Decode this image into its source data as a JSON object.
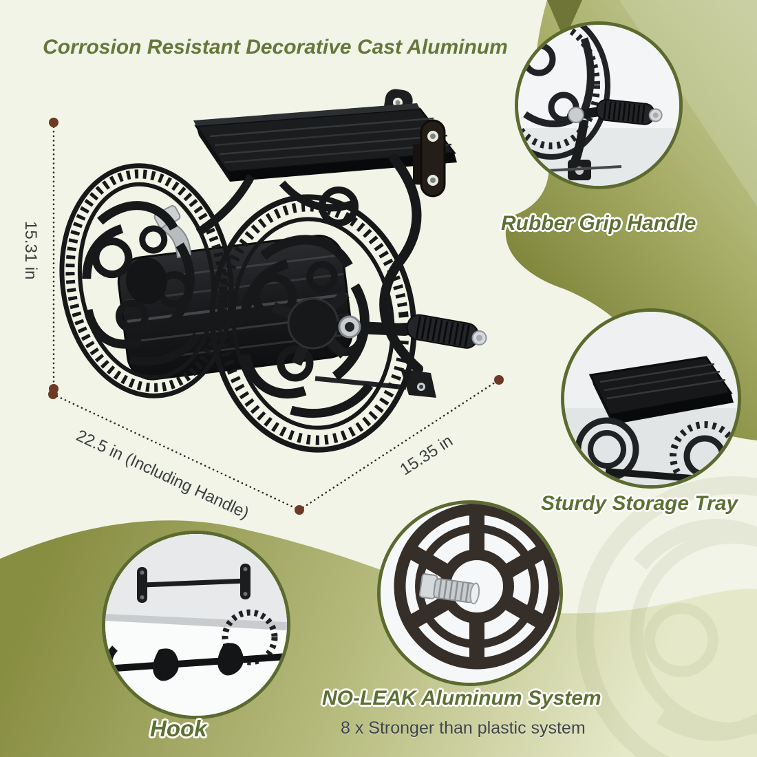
{
  "title": {
    "text": "Corrosion Resistant Decorative Cast Aluminum"
  },
  "dimensions": {
    "height": "15.31 in",
    "width": "22.5 in (Including Handle)",
    "depth": "15.35 in"
  },
  "callouts": {
    "rubber_grip": {
      "label": "Rubber Grip Handle"
    },
    "storage_tray": {
      "label": "Sturdy Storage Tray"
    },
    "no_leak": {
      "label": "NO-LEAK Aluminum System",
      "sub": "8 x Stronger than plastic system"
    },
    "hook": {
      "label": "Hook"
    }
  },
  "colors": {
    "background": "#f2f4e7",
    "title_green": "#66773b",
    "label_green": "#5d7034",
    "olive_band_dark": "#7f863c",
    "olive_band_light": "#c9cfa2",
    "circle_ring": "#5c6a2f",
    "dimension_text": "#3a3f41",
    "dot_brown": "#6d3a26",
    "product_black": "#1a1b1d",
    "metal_silver": "#c7cbce"
  }
}
